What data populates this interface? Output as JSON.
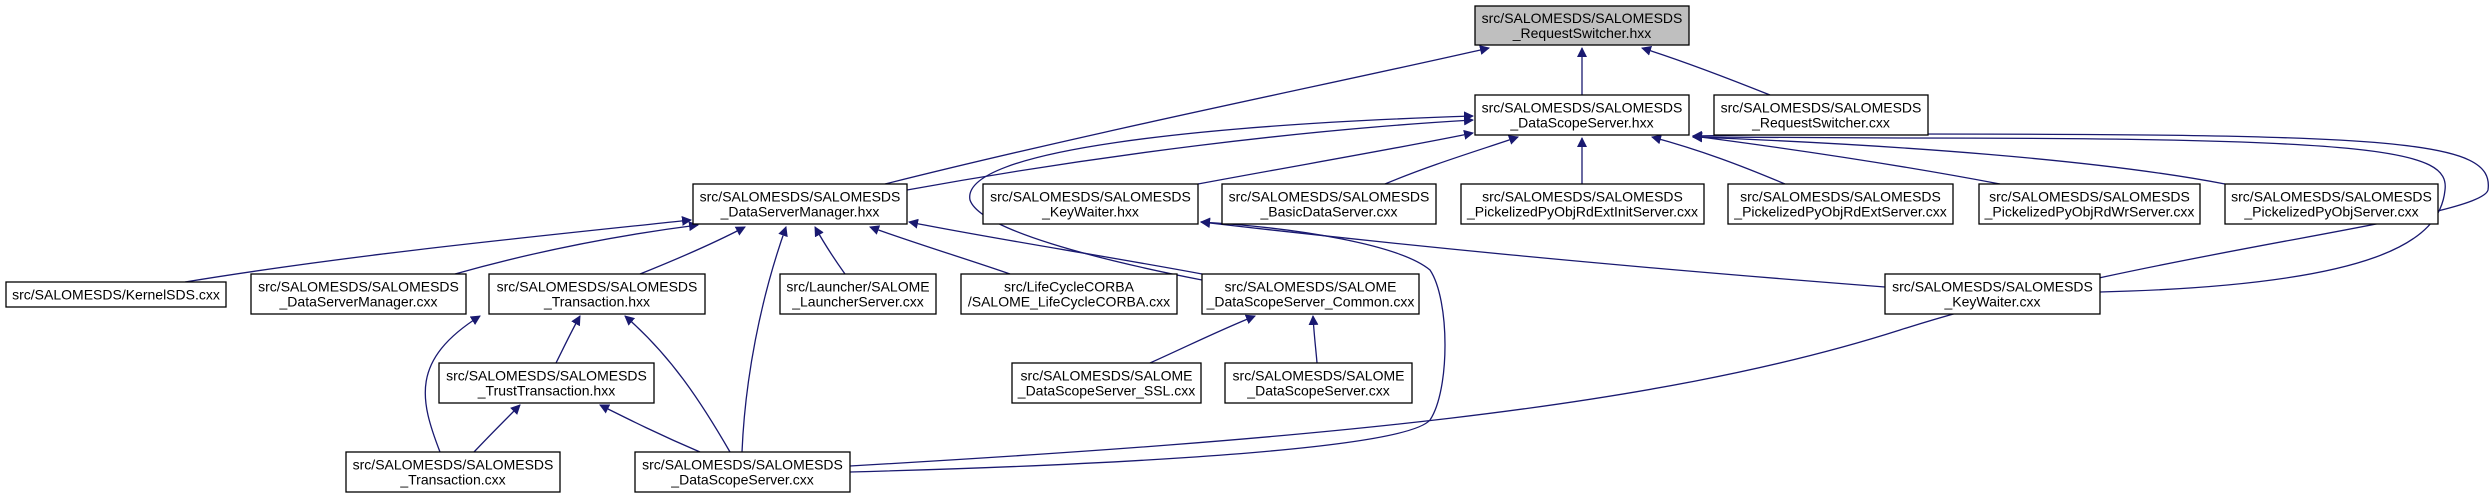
{
  "graph": {
    "edge_color": "#191970",
    "highlight_fill": "#bfbfbf",
    "node_fill": "#ffffff",
    "nodes": [
      {
        "id": "rs_hxx",
        "lines": [
          "src/SALOMESDS/SALOMESDS",
          "_RequestSwitcher.hxx"
        ],
        "highlighted": true
      },
      {
        "id": "dss_hxx",
        "lines": [
          "src/SALOMESDS/SALOMESDS",
          "_DataScopeServer.hxx"
        ]
      },
      {
        "id": "rs_cxx",
        "lines": [
          "src/SALOMESDS/SALOMESDS",
          "_RequestSwitcher.cxx"
        ]
      },
      {
        "id": "dsm_hxx",
        "lines": [
          "src/SALOMESDS/SALOMESDS",
          "_DataServerManager.hxx"
        ]
      },
      {
        "id": "kw_hxx",
        "lines": [
          "src/SALOMESDS/SALOMESDS",
          "_KeyWaiter.hxx"
        ]
      },
      {
        "id": "bds_cxx",
        "lines": [
          "src/SALOMESDS/SALOMESDS",
          "_BasicDataServer.cxx"
        ]
      },
      {
        "id": "prei_cxx",
        "lines": [
          "src/SALOMESDS/SALOMESDS",
          "_PickelizedPyObjRdExtInitServer.cxx"
        ]
      },
      {
        "id": "pre_cxx",
        "lines": [
          "src/SALOMESDS/SALOMESDS",
          "_PickelizedPyObjRdExtServer.cxx"
        ]
      },
      {
        "id": "prw_cxx",
        "lines": [
          "src/SALOMESDS/SALOMESDS",
          "_PickelizedPyObjRdWrServer.cxx"
        ]
      },
      {
        "id": "pos_cxx",
        "lines": [
          "src/SALOMESDS/SALOMESDS",
          "_PickelizedPyObjServer.cxx"
        ]
      },
      {
        "id": "ksds_cxx",
        "lines": [
          "src/SALOMESDS/KernelSDS.cxx"
        ]
      },
      {
        "id": "dsm_cxx",
        "lines": [
          "src/SALOMESDS/SALOMESDS",
          "_DataServerManager.cxx"
        ]
      },
      {
        "id": "tr_hxx",
        "lines": [
          "src/SALOMESDS/SALOMESDS",
          "_Transaction.hxx"
        ]
      },
      {
        "id": "ls_cxx",
        "lines": [
          "src/Launcher/SALOME",
          "_LauncherServer.cxx"
        ]
      },
      {
        "id": "lc_cxx",
        "lines": [
          "src/LifeCycleCORBA",
          "/SALOME_LifeCycleCORBA.cxx"
        ]
      },
      {
        "id": "dssc_cxx",
        "lines": [
          "src/SALOMESDS/SALOME",
          "_DataScopeServer_Common.cxx"
        ]
      },
      {
        "id": "kw_cxx",
        "lines": [
          "src/SALOMESDS/SALOMESDS",
          "_KeyWaiter.cxx"
        ]
      },
      {
        "id": "tt_hxx",
        "lines": [
          "src/SALOMESDS/SALOMESDS",
          "_TrustTransaction.hxx"
        ]
      },
      {
        "id": "ssl_cxx",
        "lines": [
          "src/SALOMESDS/SALOME",
          "_DataScopeServer_SSL.cxx"
        ]
      },
      {
        "id": "sdss_cxx",
        "lines": [
          "src/SALOMESDS/SALOME",
          "_DataScopeServer.cxx"
        ]
      },
      {
        "id": "tr_cxx",
        "lines": [
          "src/SALOMESDS/SALOMESDS",
          "_Transaction.cxx"
        ]
      },
      {
        "id": "dss_cxx",
        "lines": [
          "src/SALOMESDS/SALOMESDS",
          "_DataScopeServer.cxx"
        ]
      }
    ],
    "edges": [
      {
        "from": "dsm_hxx",
        "to": "rs_hxx"
      },
      {
        "from": "dss_hxx",
        "to": "rs_hxx"
      },
      {
        "from": "rs_cxx",
        "to": "rs_hxx"
      },
      {
        "from": "dsm_hxx",
        "to": "dss_hxx"
      },
      {
        "from": "kw_hxx",
        "to": "dss_hxx"
      },
      {
        "from": "bds_cxx",
        "to": "dss_hxx"
      },
      {
        "from": "prei_cxx",
        "to": "dss_hxx"
      },
      {
        "from": "pre_cxx",
        "to": "dss_hxx"
      },
      {
        "from": "prw_cxx",
        "to": "dss_hxx"
      },
      {
        "from": "pos_cxx",
        "to": "dss_hxx"
      },
      {
        "from": "kw_cxx",
        "to": "dss_hxx"
      },
      {
        "from": "dss_cxx",
        "to": "dss_hxx"
      },
      {
        "from": "dssc_cxx",
        "to": "dss_hxx"
      },
      {
        "from": "kw_cxx",
        "to": "kw_hxx"
      },
      {
        "from": "dss_cxx",
        "to": "kw_hxx"
      },
      {
        "from": "ksds_cxx",
        "to": "dsm_hxx"
      },
      {
        "from": "dsm_cxx",
        "to": "dsm_hxx"
      },
      {
        "from": "tr_hxx",
        "to": "dsm_hxx"
      },
      {
        "from": "dss_cxx",
        "to": "dsm_hxx"
      },
      {
        "from": "ls_cxx",
        "to": "dsm_hxx"
      },
      {
        "from": "lc_cxx",
        "to": "dsm_hxx"
      },
      {
        "from": "dssc_cxx",
        "to": "dsm_hxx"
      },
      {
        "from": "tt_hxx",
        "to": "tr_hxx"
      },
      {
        "from": "tr_cxx",
        "to": "tr_hxx"
      },
      {
        "from": "dss_cxx",
        "to": "tr_hxx"
      },
      {
        "from": "tr_cxx",
        "to": "tt_hxx"
      },
      {
        "from": "dss_cxx",
        "to": "tt_hxx"
      },
      {
        "from": "ssl_cxx",
        "to": "dssc_cxx"
      },
      {
        "from": "sdss_cxx",
        "to": "dssc_cxx"
      }
    ]
  }
}
